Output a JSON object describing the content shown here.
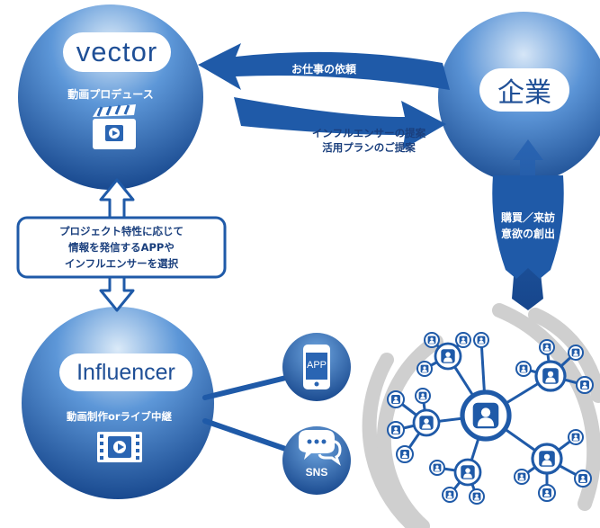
{
  "vector": {
    "label": "vector",
    "subtitle": "動画プロデュース"
  },
  "company": {
    "label": "企業"
  },
  "arrows": {
    "request": "お仕事の依頼",
    "proposal_line1": "インフルエンサーの提案",
    "proposal_line2": "活用プランのご提案",
    "purchase_line1": "購買／来訪",
    "purchase_line2": "意欲の創出"
  },
  "project_box": {
    "line1": "プロジェクト特性に応じて",
    "line2": "情報を発信するAPPや",
    "line3": "インフルエンサーを選択"
  },
  "influencer": {
    "label": "Influencer",
    "subtitle": "動画制作orライブ中継"
  },
  "app": {
    "label": "APP"
  },
  "sns": {
    "label": "SNS"
  },
  "colors": {
    "primary": "#1f5aa8",
    "dark": "#16468c",
    "light": "#9ec3ea",
    "wave": "#c9c9c9"
  }
}
